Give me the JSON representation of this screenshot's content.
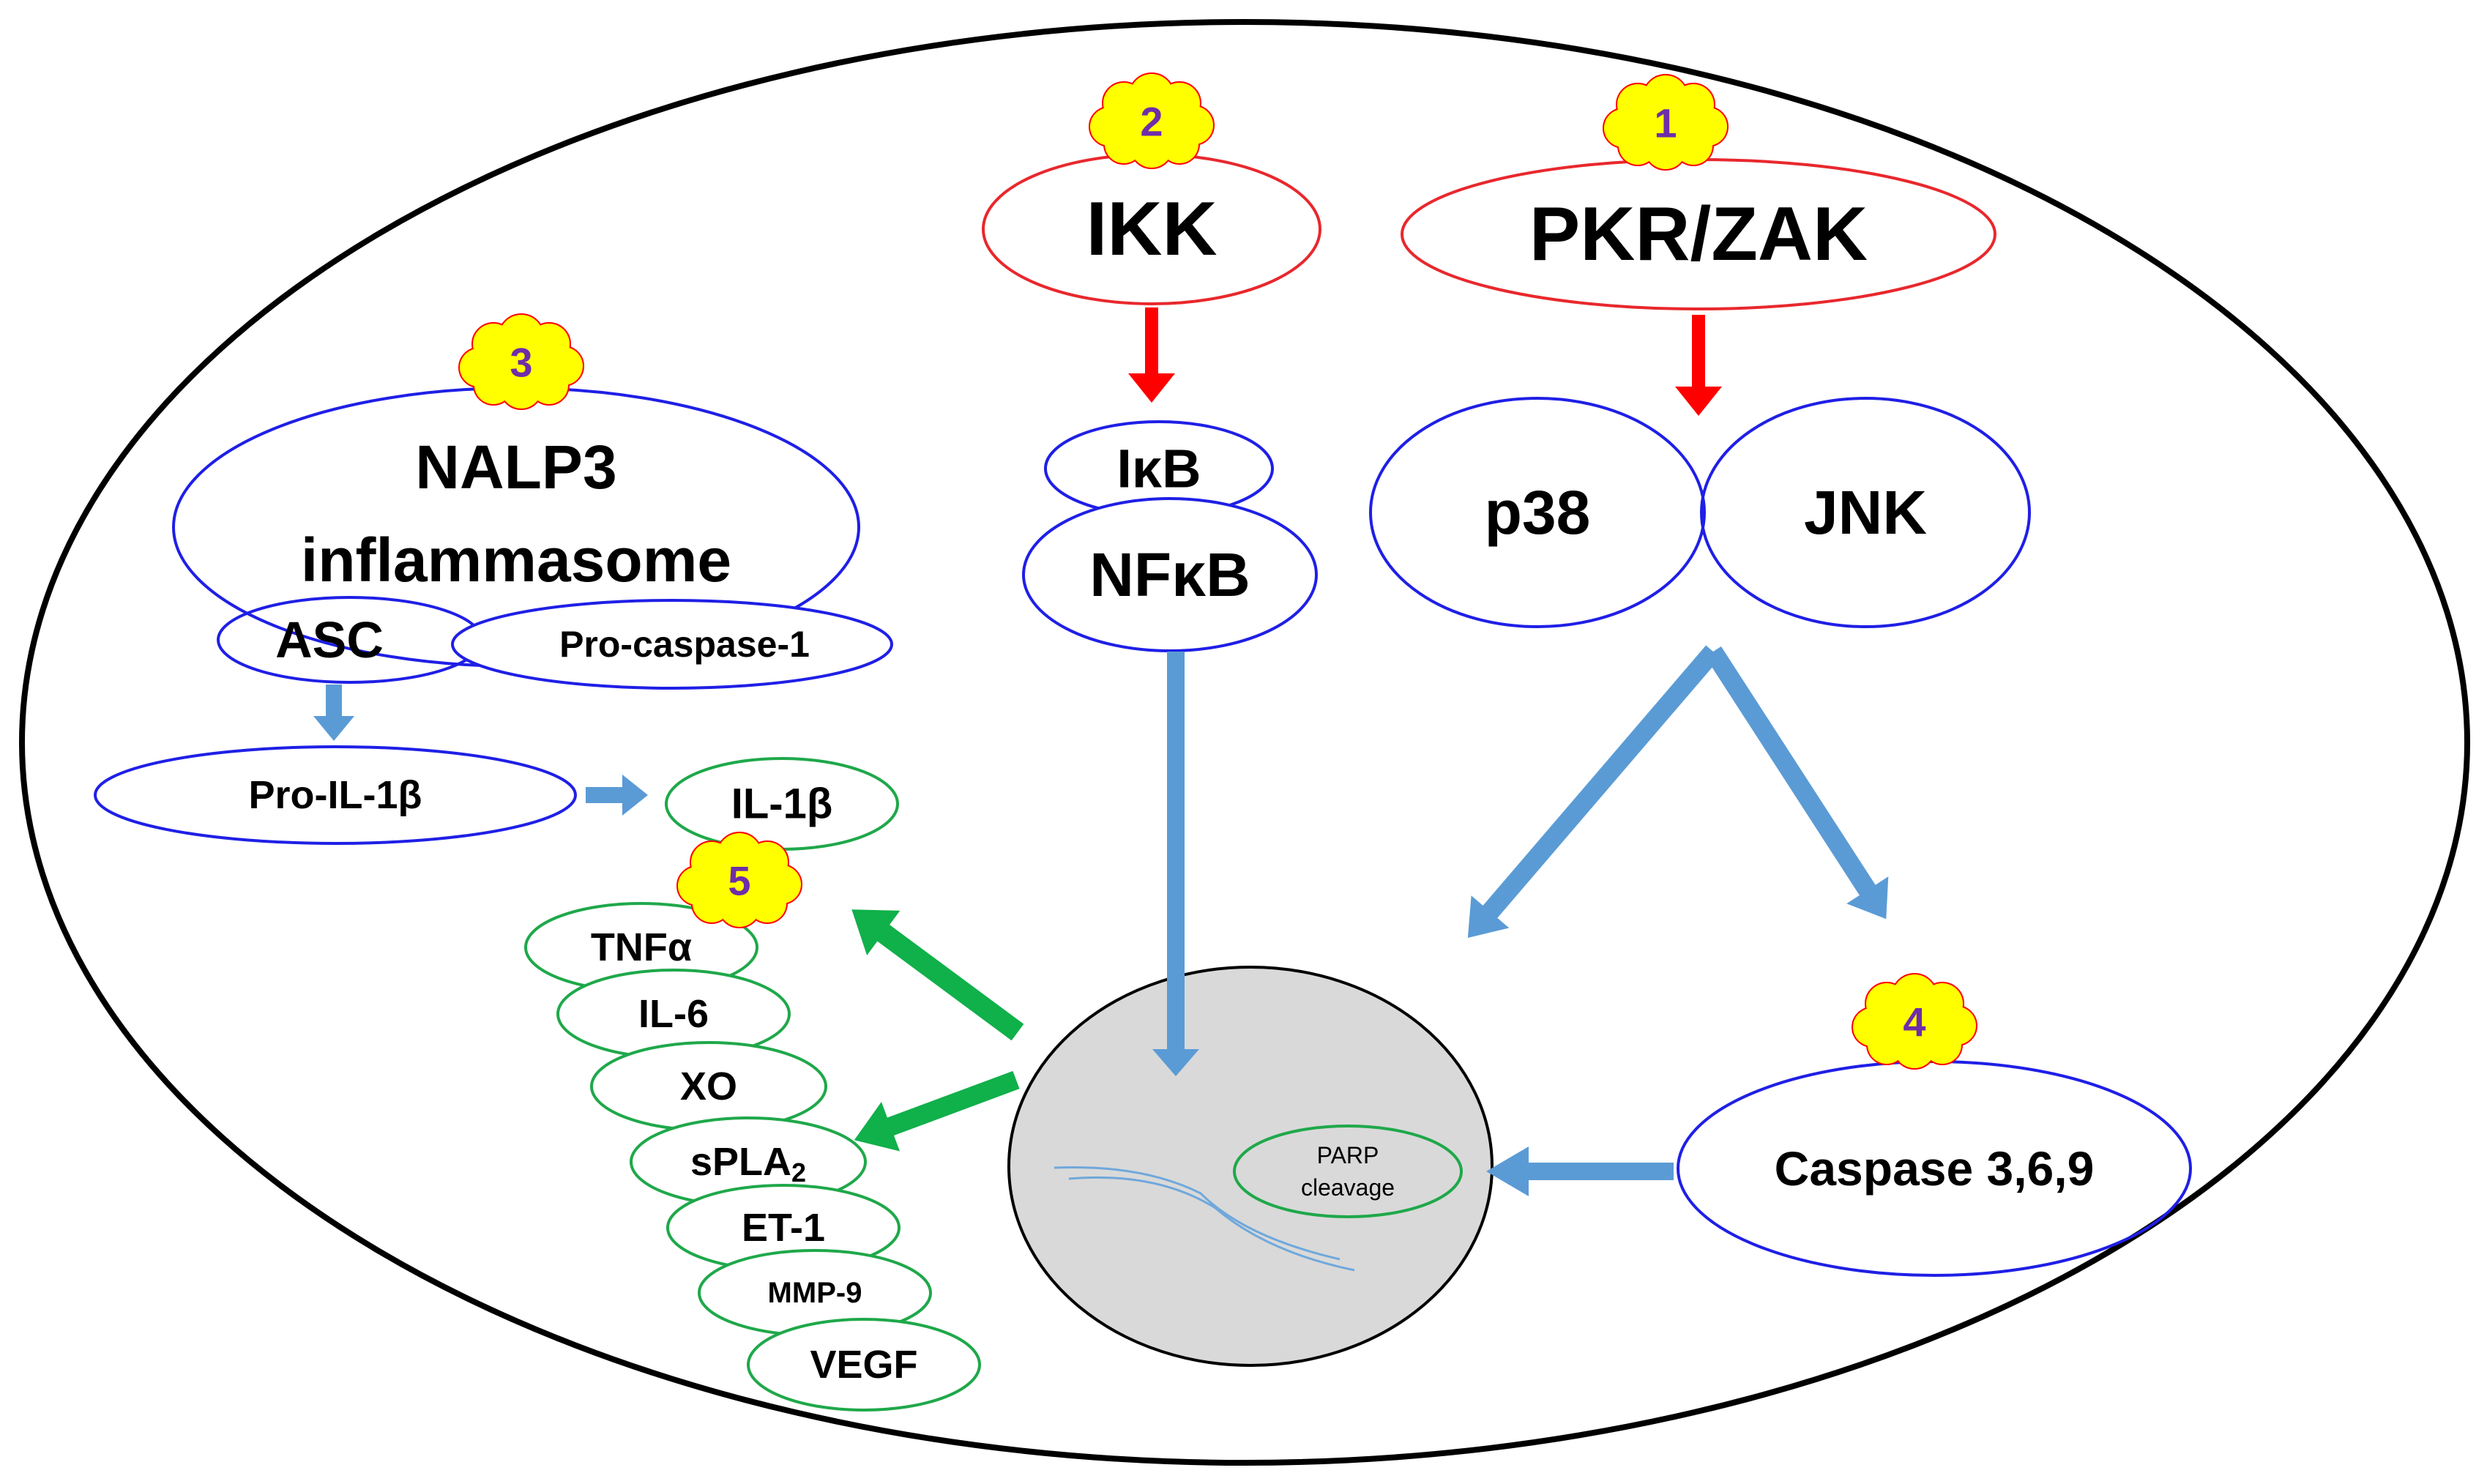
{
  "colors": {
    "outline": "#000000",
    "red": "#e8282d",
    "blue": "#1f1fe6",
    "green": "#1fa84a",
    "arrow_blue": "#5b9bd5",
    "arrow_red": "#ff0000",
    "arrow_green": "#10b04a",
    "nucleus": "#d9d9d9",
    "badge_fill": "#ffff00",
    "badge_stroke": "#ff0000",
    "badge_text": "#6f2da8"
  },
  "badges": {
    "b1": "1",
    "b2": "2",
    "b3": "3",
    "b4": "4",
    "b5": "5"
  },
  "labels": {
    "ikk": "IKK",
    "pkr_zak": "PKR/ZAK",
    "ikb": "IκB",
    "nfkb": "NFκB",
    "p38": "p38",
    "jnk": "JNK",
    "nalp3_line1": "NALP3",
    "nalp3_line2": "inflammasome",
    "asc": "ASC",
    "pro_caspase1": "Pro-caspase-1",
    "pro_il1b": "Pro-IL-1β",
    "il1b": "IL-1β",
    "caspase": "Caspase 3,6,9",
    "parp_line1": "PARP",
    "parp_line2": "cleavage"
  },
  "cytokines": [
    {
      "name": "tnfa",
      "text": "TNFα"
    },
    {
      "name": "il6",
      "text": "IL-6"
    },
    {
      "name": "xo",
      "text": "XO"
    },
    {
      "name": "spla2",
      "text": "sPLA",
      "sub": "2"
    },
    {
      "name": "et1",
      "text": "ET-1"
    },
    {
      "name": "mmp9",
      "text": "MMP-9"
    },
    {
      "name": "vegf",
      "text": "VEGF"
    }
  ]
}
